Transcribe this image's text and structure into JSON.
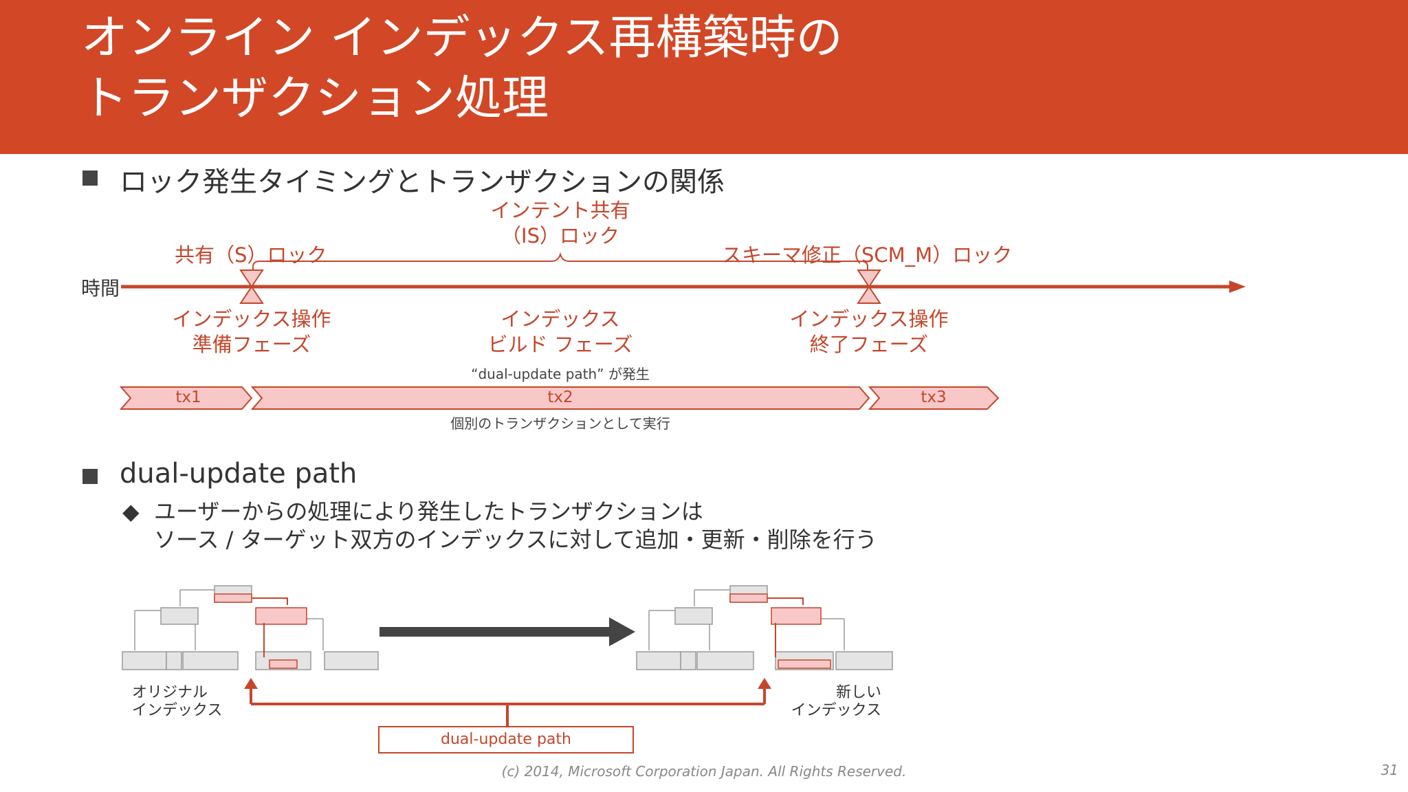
{
  "slide": {
    "title_lines": [
      "オンライン インデックス再構築時の",
      "トランザクション処理"
    ],
    "bullet1": "ロック発生タイミングとトランザクションの関係",
    "bullet2": "dual-update path",
    "sub_bullet_marker": "◆",
    "sub_bullet_lines": [
      "ユーザーからの処理により発生したトランザクションは",
      "ソース / ターゲット双方のインデックスに対して追加・更新・削除を行う"
    ],
    "footer": "(c) 2014, Microsoft Corporation Japan.  All Rights Reserved.",
    "page_number": "31"
  },
  "timeline": {
    "axis_label": "時間",
    "locks": {
      "shared": "共有（S）ロック",
      "intent_shared": [
        "インテント共有",
        "（IS）ロック"
      ],
      "schema_modify": "スキーマ修正（SCM_M）ロック"
    },
    "phases": {
      "prepare": [
        "インデックス操作",
        "準備フェーズ"
      ],
      "build": [
        "インデックス",
        "ビルド フェーズ"
      ],
      "finish": [
        "インデックス操作",
        "終了フェーズ"
      ]
    },
    "dual_update_note": "“dual-update path” が発生",
    "transactions": [
      "tx1",
      "tx2",
      "tx3"
    ],
    "transaction_note": "個別のトランザクションとして実行"
  },
  "diagram": {
    "original_index_label": [
      "オリジナル",
      "インデックス"
    ],
    "new_index_label": [
      "新しい",
      "インデックス"
    ],
    "dual_update_path_label": "dual-update path"
  },
  "colors": {
    "title_bar": "#d24726",
    "accent_red": "#c5462b",
    "tx_fill": "#f8c8c8",
    "arrow_dark": "#444444"
  }
}
